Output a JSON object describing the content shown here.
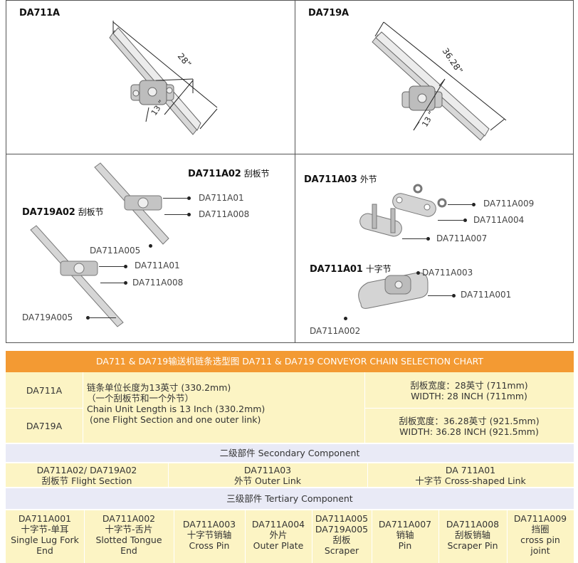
{
  "panels": {
    "da711a": {
      "title": "DA711A",
      "dim_long": "28”",
      "dim_short": "13 ”"
    },
    "da719a": {
      "title": "DA719A",
      "dim_long": "36.28”",
      "dim_short": "13 ”"
    },
    "flights": {
      "title1_code": "DA711A02",
      "title1_cn": "刮板节",
      "title2_code": "DA719A02",
      "title2_cn": "刮板节",
      "labels": [
        "DA711A01",
        "DA711A008",
        "DA711A005",
        "DA711A01",
        "DA711A008",
        "DA719A005"
      ]
    },
    "outer": {
      "title_code": "DA711A03",
      "title_cn": "外节",
      "labels": [
        "DA711A009",
        "DA711A004",
        "DA711A007"
      ]
    },
    "cross": {
      "title_code": "DA711A01",
      "title_cn": "十字节",
      "labels": [
        "DA711A003",
        "DA711A001",
        "DA711A002"
      ]
    }
  },
  "chart": {
    "header": "DA711 & DA719输送机链条选型图   DA711 & DA719 CONVEYOR CHAIN SELECTION CHART",
    "models": [
      "DA711A",
      "DA719A"
    ],
    "unit_length": [
      "链条单位长度为13英寸 (330.2mm)",
      "（一个刮板节和一个外节）",
      "Chain Unit Length is 13 Inch (330.2mm)",
      "(one Flight Section and one outer link)"
    ],
    "width_711": [
      "刮板宽度：28英寸     (711mm)",
      "WIDTH: 28 INCH    (711mm)"
    ],
    "width_719": [
      "刮板宽度：36.28英寸 (921.5mm)",
      "WIDTH: 36.28 INCH    (921.5mm)"
    ],
    "secondary_title": "二级部件 Secondary Component",
    "secondary": [
      {
        "code": "DA711A02/ DA719A02",
        "name": "刮板节 Flight Section"
      },
      {
        "code": "DA711A03",
        "name": "外节  Outer Link"
      },
      {
        "code": "DA 711A01",
        "name": "十字节 Cross-shaped Link"
      }
    ],
    "tertiary_title": "三级部件 Tertiary Component",
    "tertiary": [
      [
        "DA711A001",
        "十字节-单耳",
        "Single Lug Fork",
        "End"
      ],
      [
        "DA711A002",
        "十字节-舌片",
        "Slotted Tongue",
        "End"
      ],
      [
        "DA711A003",
        "十字节销轴",
        "Cross Pin"
      ],
      [
        "DA711A004",
        "外片",
        "Outer Plate"
      ],
      [
        "DA711A005",
        "DA719A005",
        "刮板",
        "Scraper"
      ],
      [
        "DA711A007",
        "销轴",
        "Pin"
      ],
      [
        "DA711A008",
        "刮板销轴",
        "Scraper Pin"
      ],
      [
        "DA711A009",
        "挡圈",
        "cross pin",
        "joint"
      ]
    ]
  }
}
